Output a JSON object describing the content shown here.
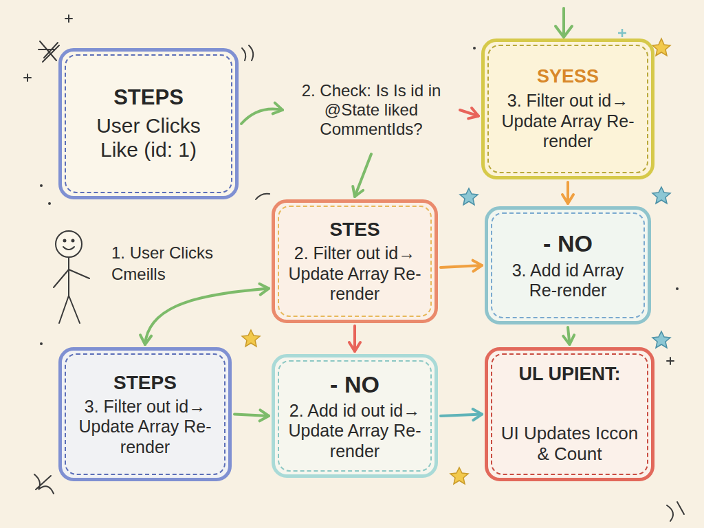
{
  "diagram": {
    "nodes": [
      {
        "text": [
          "STEPS",
          "User Clicks Like (id: 1)"
        ]
      },
      {
        "text": [
          "2. Check: Is Is id in @State liked CommentIds?"
        ]
      },
      {
        "text": [
          "SYESS",
          "3. Filter out id→ Update Array Re-render"
        ]
      },
      {
        "text": [
          "STES",
          "2. Filter out id→ Update Array Re-render"
        ]
      },
      {
        "text": [
          "- NO",
          "3. Add id Array Re-render"
        ]
      },
      {
        "text": [
          "STEPS",
          "3. Filter out id→ Update Array Re-render"
        ]
      },
      {
        "text": [
          "- NO",
          "2. Add id out id→ Update Array Re-render"
        ]
      },
      {
        "text": [
          "UL UPIENT:",
          "UI Updates Iccon & Count"
        ]
      }
    ],
    "edges": [
      {
        "from": 0,
        "to": 1,
        "arrow": "to"
      },
      {
        "from": 1,
        "to": 2,
        "arrow": "to"
      },
      {
        "from": 1,
        "to": 3,
        "arrow": "to"
      },
      {
        "from": 2,
        "to": 4,
        "arrow": "to"
      },
      {
        "from": 3,
        "to": 4,
        "arrow": "to"
      },
      {
        "from": 3,
        "to": 6,
        "arrow": "to"
      },
      {
        "from": 4,
        "to": 7,
        "arrow": "to"
      },
      {
        "from": 3,
        "to": 5,
        "arrow": "both"
      },
      {
        "from": 5,
        "to": 6,
        "arrow": "to"
      },
      {
        "from": 6,
        "to": 7,
        "arrow": "to"
      }
    ],
    "labels": [
      "1. User Clicks Cmeills"
    ]
  }
}
